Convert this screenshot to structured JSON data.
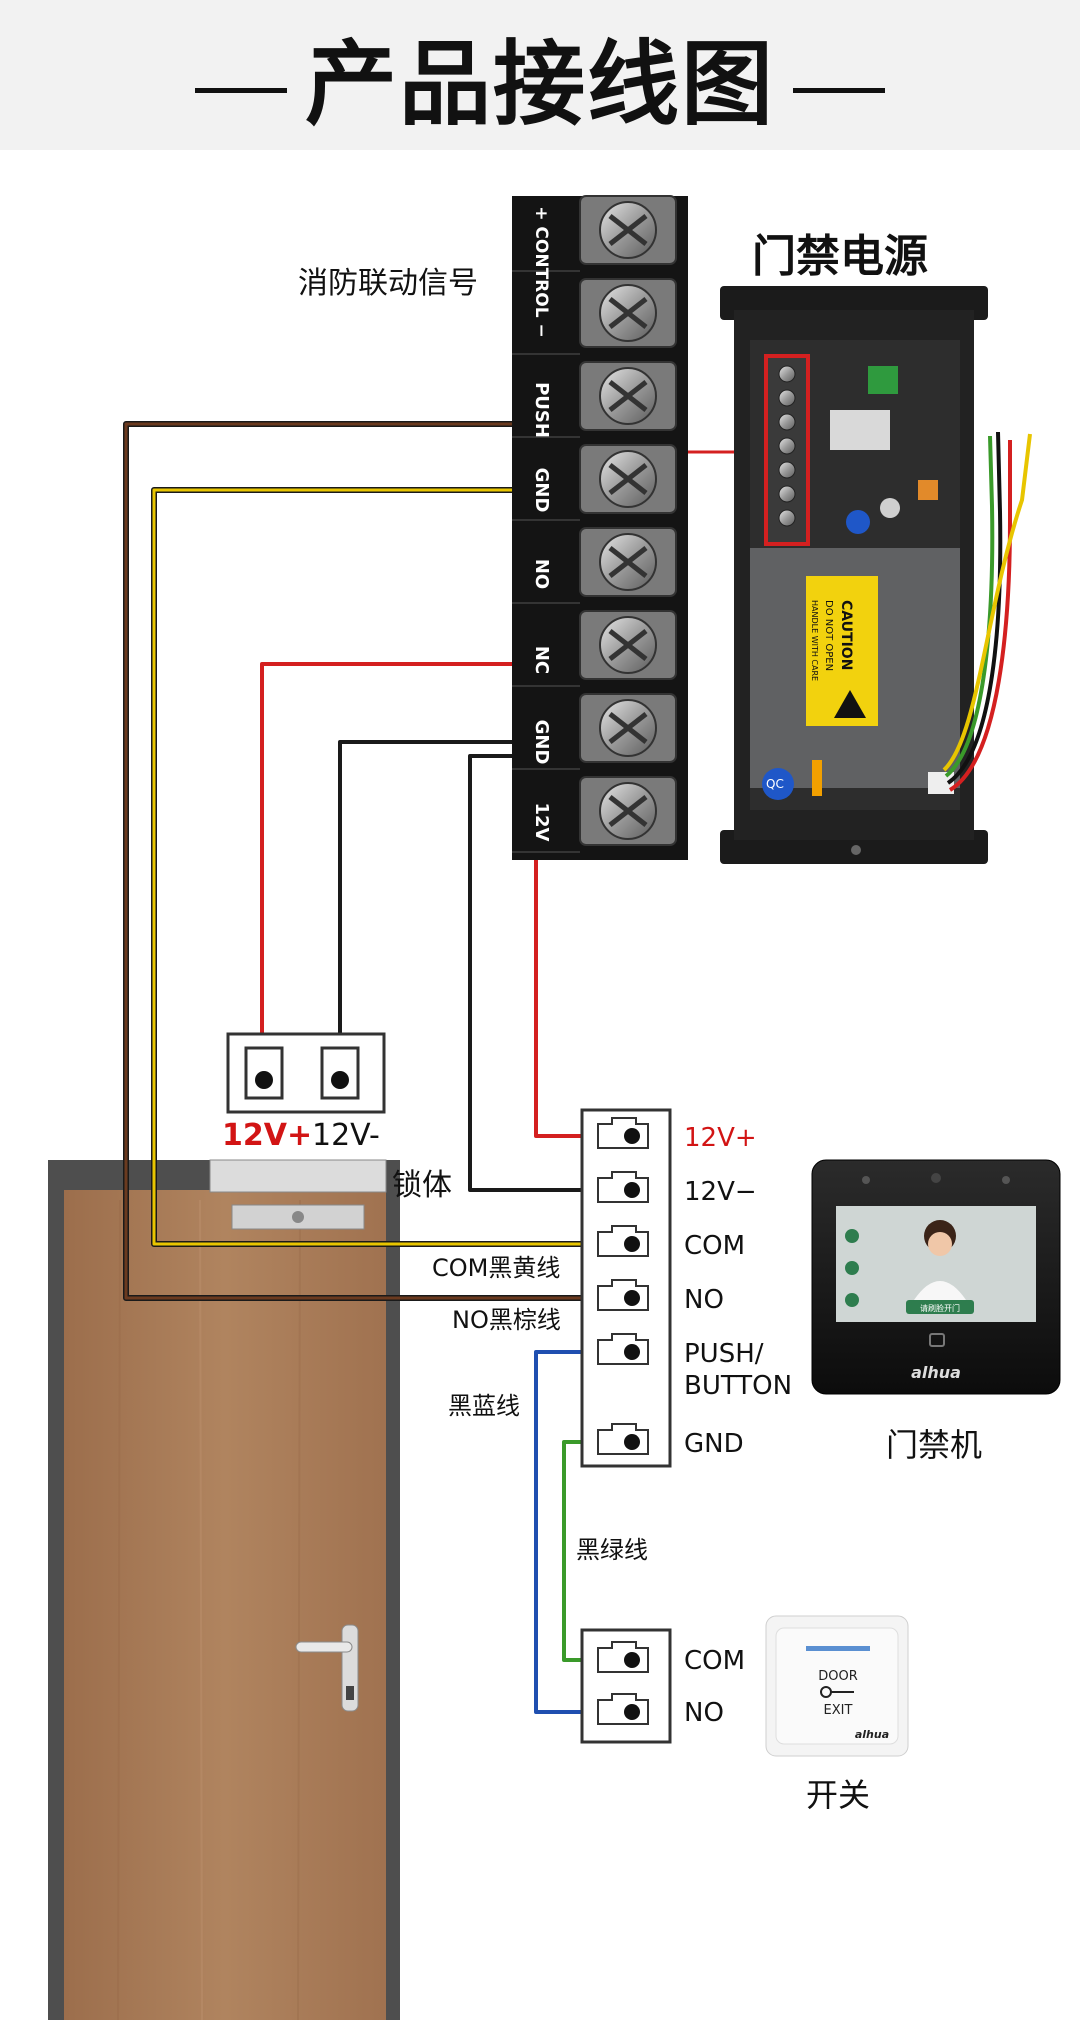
{
  "title": "产品接线图",
  "terminal_strip": {
    "labels": [
      "+ CONTROL −",
      "PUSH",
      "GND",
      "NO",
      "NC",
      "GND",
      "12V"
    ]
  },
  "labels": {
    "fire_signal": "消防联动信号",
    "power_supply": "门禁电源",
    "lock_plus": "12V+",
    "lock_minus": "12V-",
    "lock_body": "锁体",
    "com_wire": "COM黑黄线",
    "no_wire": "NO黑棕线",
    "blue_wire": "黑蓝线",
    "green_wire": "黑绿线",
    "controller": "门禁机",
    "switch": "开关"
  },
  "controller_terminals": [
    "12V+",
    "12V−",
    "COM",
    "NO",
    "PUSH/\nBUTTON",
    "GND"
  ],
  "switch_terminals": [
    "COM",
    "NO"
  ],
  "device_texts": {
    "caution": "CAUTION",
    "do_not_open": "DO NOT OPEN",
    "handle": "HANDLE WITH CARE",
    "qc": "QC",
    "brand": "alhua",
    "door": "DOOR",
    "exit": "EXIT",
    "screen_button": "请刷脸开门"
  },
  "colors": {
    "red_wire": "#d42020",
    "black_wire": "#1a1a1a",
    "yellow_wire": "#e8c500",
    "brown_wire": "#6b3a1f",
    "blue_wire": "#1f4fb0",
    "green_wire": "#3a9a2a",
    "door_wood": "#a87b58",
    "door_frame": "#5a5a5a"
  }
}
